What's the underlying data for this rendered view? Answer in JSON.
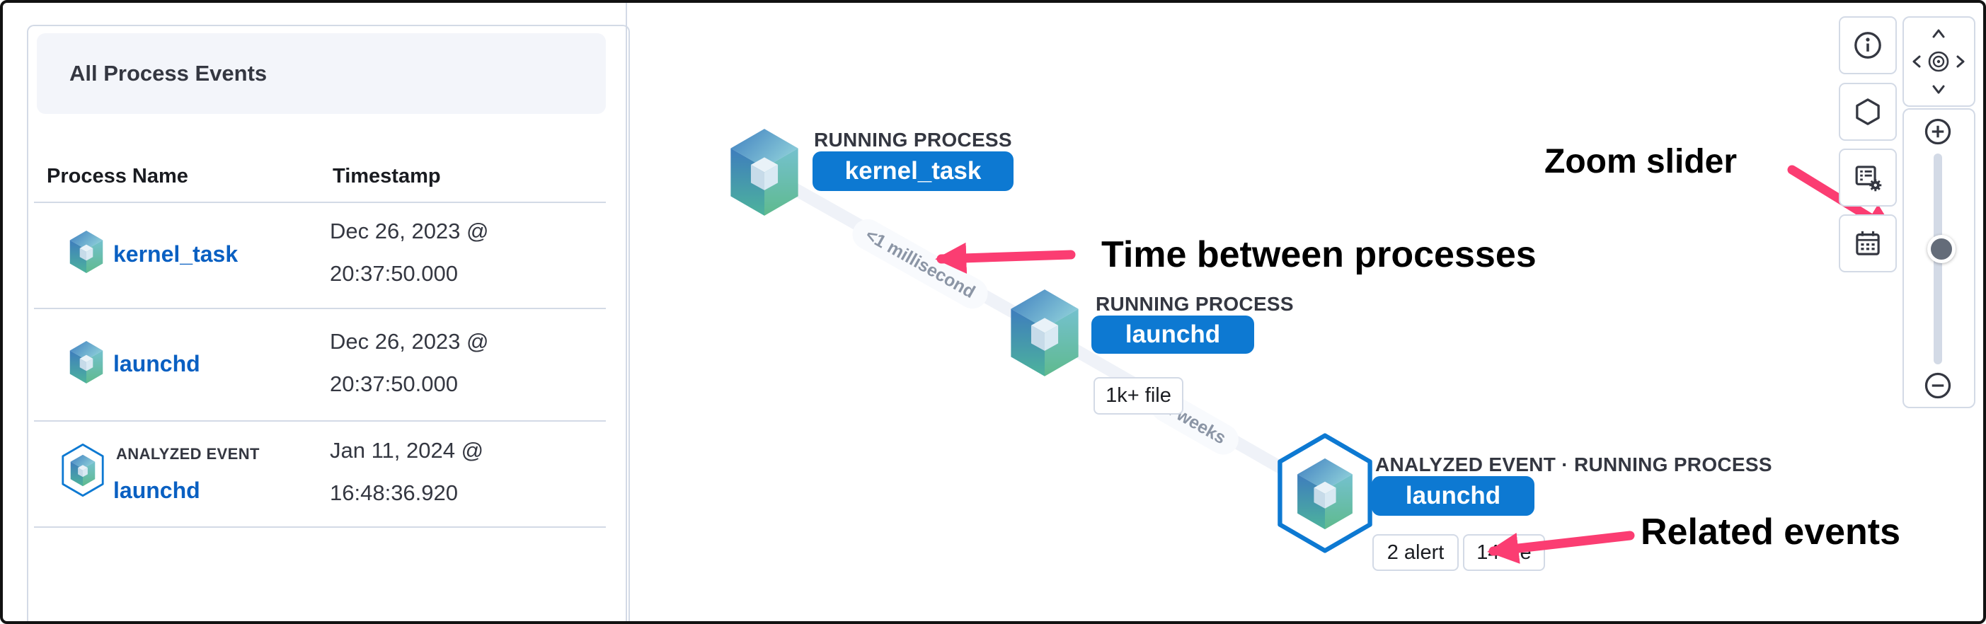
{
  "left_panel": {
    "title": "All Process Events",
    "table": {
      "columns": [
        "Process Name",
        "Timestamp"
      ],
      "rows": [
        {
          "icon": "process-cube-icon",
          "name": "kernel_task",
          "timestamp_line1": "Dec 26, 2023 @",
          "timestamp_line2": "20:37:50.000"
        },
        {
          "icon": "process-cube-icon",
          "name": "launchd",
          "timestamp_line1": "Dec 26, 2023 @",
          "timestamp_line2": "20:37:50.000"
        },
        {
          "icon": "analyzed-event-cube-icon",
          "event_label": "ANALYZED EVENT",
          "name": "launchd",
          "timestamp_line1": "Jan 11, 2024 @",
          "timestamp_line2": "16:48:36.920"
        }
      ]
    }
  },
  "graph": {
    "nodes": [
      {
        "icon": "process-cube-icon",
        "type_label": "RUNNING PROCESS",
        "name": "kernel_task",
        "badges": []
      },
      {
        "icon": "process-cube-icon",
        "type_label": "RUNNING PROCESS",
        "name": "launchd",
        "badges": [
          "1k+ file"
        ]
      },
      {
        "icon": "analyzed-event-cube-icon",
        "type_label": "ANALYZED EVENT · RUNNING PROCESS",
        "name": "launchd",
        "badges": [
          "2 alert",
          "14 file"
        ]
      }
    ],
    "edges": [
      {
        "label": "<1 millisecond"
      },
      {
        "label": "2 weeks"
      }
    ]
  },
  "annotations": {
    "time_between": "Time between processes",
    "zoom_slider": "Zoom slider",
    "related_events": "Related events"
  },
  "toolbar": {
    "buttons": [
      {
        "icon": "info-icon"
      },
      {
        "icon": "hexagon-icon"
      },
      {
        "icon": "schema-settings-icon"
      },
      {
        "icon": "calendar-icon"
      }
    ],
    "pan_controls": [
      "pan-up-icon",
      "pan-left-icon",
      "center-camera-icon",
      "pan-right-icon",
      "pan-down-icon"
    ],
    "zoom_controls": [
      "zoom-in-icon",
      "zoom-slider",
      "zoom-out-icon"
    ]
  },
  "colors": {
    "accent_blue": "#0d79d2",
    "link_blue": "#0a60c2",
    "annotation_pink": "#fb3d72",
    "edge_gray": "#eff2f8",
    "border_gray": "#d3dae6",
    "text_dark": "#343741"
  }
}
